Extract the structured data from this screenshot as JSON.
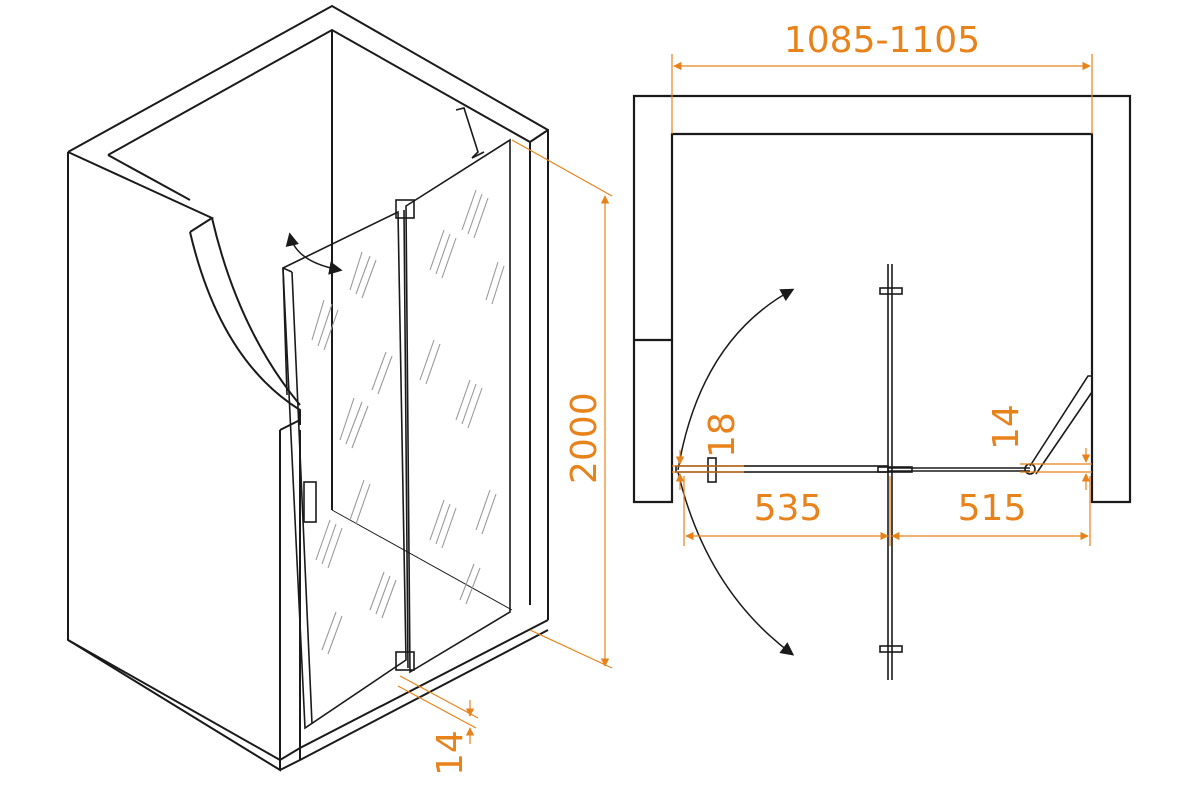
{
  "isometric_view": {
    "dim_height": "2000",
    "dim_profile": "14"
  },
  "plan_view": {
    "dim_total_width": "1085-1105",
    "dim_door_width": "535",
    "dim_fixed_width": "515",
    "dim_left_gap": "18",
    "dim_right_gap": "14"
  },
  "colors": {
    "dimension": "#e8821a",
    "line": "#1a1a1a",
    "background": "#ffffff"
  }
}
